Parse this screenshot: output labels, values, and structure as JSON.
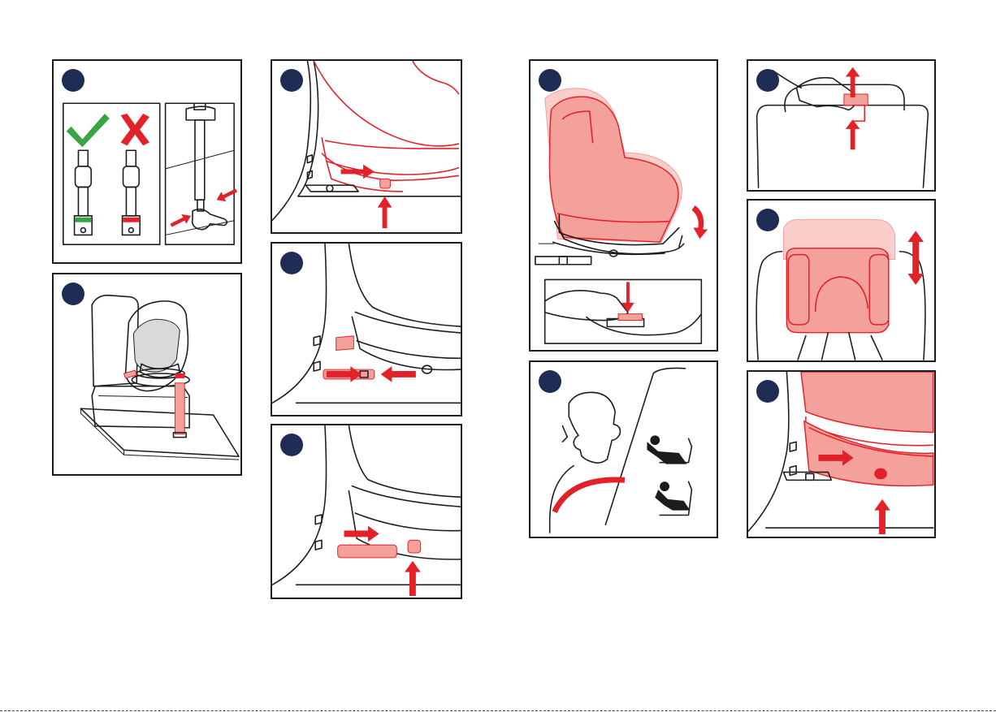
{
  "steps": [
    {
      "id": "p1",
      "badge": ""
    },
    {
      "id": "p2",
      "badge": ""
    },
    {
      "id": "p3",
      "badge": ""
    },
    {
      "id": "p4",
      "badge": ""
    },
    {
      "id": "p5",
      "badge": ""
    },
    {
      "id": "p6",
      "badge": ""
    },
    {
      "id": "p7",
      "badge": ""
    },
    {
      "id": "p8",
      "badge": ""
    },
    {
      "id": "p9",
      "badge": ""
    },
    {
      "id": "p10",
      "badge": ""
    }
  ],
  "colors": {
    "accent_red": "#e32129",
    "highlight_pink": "#f4a09b",
    "badge_navy": "#1f2d55",
    "ok_green": "#3aa346",
    "line_black": "#1c1c1c"
  },
  "icons": [
    "check-mark-icon",
    "cross-mark-icon",
    "red-arrow-icon",
    "curved-arrow-icon",
    "double-arrow-icon",
    "reclined-seat-icon",
    "upright-seat-icon"
  ]
}
